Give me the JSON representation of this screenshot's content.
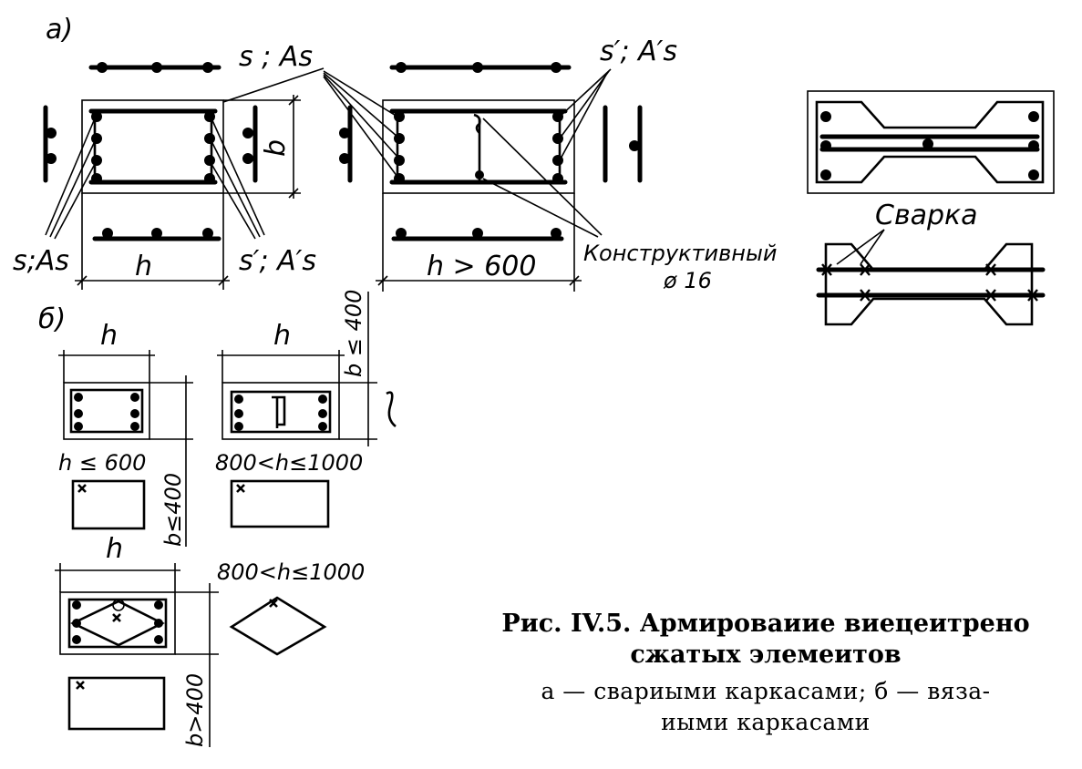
{
  "labels": {
    "part_a": "а)",
    "part_b": "б)",
    "s_as": "s ; As",
    "s_as_prime": "s′; A′s",
    "s_as_left": "s;As",
    "s_as_prime_left": "s′; A′s",
    "b": "b",
    "h": "h",
    "h_gt_600": "h > 600",
    "constructive": "Конструктивный",
    "diameter": "ø 16",
    "welding": "Сварка",
    "b_le_400_top": "b ≤ 400",
    "h_le_600": "h ≤ 600",
    "h_range_1": "800<h≤1000",
    "b_le_400": "b≤400",
    "h_range_2": "800<h≤1000",
    "b_gt_400": "b>400"
  },
  "caption": {
    "title_line1": "Рис. IV.5. Армироваиие виецеитрено",
    "title_line2": "сжатых элемеитов",
    "sub_line1": "а — свариыми каркасами; б — вяза-",
    "sub_line2": "иыми каркасами"
  }
}
